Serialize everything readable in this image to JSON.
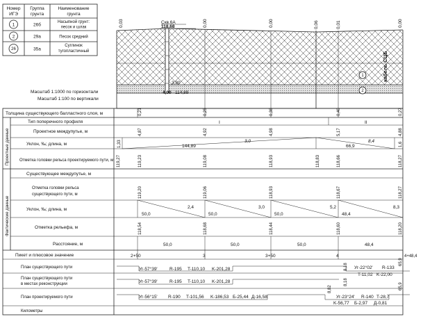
{
  "legend": {
    "headers": [
      "Номер ИГЭ",
      "Группа грунта",
      "Наименование грунта"
    ],
    "rows": [
      {
        "num": "1",
        "group": "26б",
        "name1": "Насыпной грунт:",
        "name2": "песок и шлак"
      },
      {
        "num": "2",
        "group": "29а",
        "name1": "Песок средний",
        "name2": ""
      },
      {
        "num": "26",
        "group": "35а",
        "name1": "Суглинок",
        "name2": "тугопластичный"
      }
    ]
  },
  "scale": {
    "horizontal": "Масштаб 1:1000 по горизонтали",
    "vertical": "Масштаб 1:100 по вертикали"
  },
  "borehole": {
    "name": "Скв.6А",
    "elevation": "118,68",
    "depth1": "3,80",
    "depth2": "4,00",
    "bottom": "114,88"
  },
  "top_labels": [
    "0,03",
    "0,00",
    "0,00",
    "0,06",
    "0,01",
    "0,00"
  ],
  "cable_label": "кабель СЦБ",
  "layer_markers": [
    "1",
    "2"
  ],
  "groups": {
    "design": "Проектные данные",
    "actual": "Фактические данные"
  },
  "rows": {
    "ballast": "Толщина существующего балластного слоя, м",
    "profile_type": "Тип поперечного профиля",
    "design_spacing": "Проектное междупутье, м",
    "design_grade": "Уклон, ‰; длина, м",
    "design_rail": "Отметка головки рельса проектируемого пути, м",
    "exist_spacing": "Существующее междупутье, м",
    "exist_rail": "Отметка головки рельса существующего пути, м",
    "exist_grade": "Уклон, ‰; длина, м",
    "relief": "Отметка рельефа, м",
    "distance": "Расстояние, м",
    "picket": "Пикет и плюсовое значение",
    "plan_exist": "План существующего пути",
    "plan_recon": "План существующего пути в местах реконструкции",
    "plan_design": "План проектируемого пути",
    "km": "Километры"
  },
  "values": {
    "ballast": [
      "0,21",
      "0,25",
      "0,38",
      "0,40",
      "0,27"
    ],
    "profile_type": [
      "I",
      "II"
    ],
    "design_spacing": [
      "4,87",
      "4,92",
      "4,98",
      "5,17",
      "4,88"
    ],
    "design_grade": {
      "left": "1,33",
      "g1": "3,0",
      "l1": "144,89",
      "g2": "8,4",
      "l2": "66,9",
      "right": "1,6"
    },
    "design_rail": [
      "119,27",
      "119,23",
      "119,08",
      "118,93",
      "118,83",
      "118,66",
      "118,27"
    ],
    "exist_rail": [
      "119,20",
      "119,06",
      "118,93",
      "118,67",
      "118,27"
    ],
    "exist_grade": [
      {
        "g": "2,4",
        "l": "50,0"
      },
      {
        "g": "3,0",
        "l": "50,0"
      },
      {
        "g": "5,2",
        "l": "50,0"
      },
      {
        "g": "8,3",
        "l": "48,4"
      }
    ],
    "relief": [
      "118,54",
      "118,68",
      "118,44",
      "118,60",
      "118,20"
    ],
    "distance": [
      "50,0",
      "50,0",
      "50,0",
      "48,4"
    ],
    "picket": [
      "2+50",
      "3",
      "3+50",
      "4",
      "4+48,4"
    ],
    "picket_side": [
      "8,18",
      "8,18",
      "65,9",
      "8,82",
      "65,9"
    ],
    "plan_exist": {
      "a": "Уг-57°39'",
      "r": "R-195",
      "t": "T-110,10",
      "k": "K-201,28",
      "a2": "Уг-22°02'",
      "r2": "R-133",
      "t2": "T-11,02",
      "k2": "K-22,00"
    },
    "plan_recon": {
      "a": "Уг-57°39'",
      "r": "R-195",
      "t": "T-110,10",
      "k": "K-201,28"
    },
    "plan_design": {
      "a": "Уг-56°15'",
      "r": "R-190",
      "t": "T-101,56",
      "k": "K-186,53",
      "b": "Б-25,44",
      "d": "Д-16,58",
      "a2": "Уг-23°24'",
      "r2": "R-140",
      "t2": "T-28,7",
      "k2": "K-56,77",
      "b2": "Б-2,97",
      "d2": "Д-0,81"
    }
  }
}
